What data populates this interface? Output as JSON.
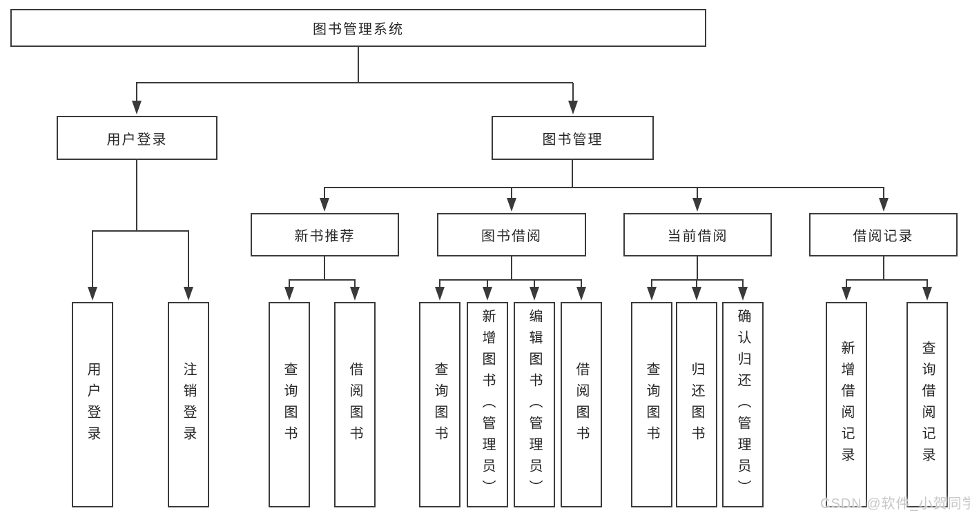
{
  "tree": {
    "label": "图书管理系统",
    "children": [
      {
        "label": "用户登录",
        "children": [
          {
            "label": "用户登录"
          },
          {
            "label": "注销登录"
          }
        ]
      },
      {
        "label": "图书管理",
        "children": [
          {
            "label": "新书推荐",
            "children": [
              {
                "label": "查询图书"
              },
              {
                "label": "借阅图书"
              }
            ]
          },
          {
            "label": "图书借阅",
            "children": [
              {
                "label": "查询图书"
              },
              {
                "label": "新增图书（管理员）"
              },
              {
                "label": "编辑图书（管理员）"
              },
              {
                "label": "借阅图书"
              }
            ]
          },
          {
            "label": "当前借阅",
            "children": [
              {
                "label": "查询图书"
              },
              {
                "label": "归还图书"
              },
              {
                "label": "确认归还（管理员）"
              }
            ]
          },
          {
            "label": "借阅记录",
            "children": [
              {
                "label": "新增借阅记录"
              },
              {
                "label": "查询借阅记录"
              }
            ]
          }
        ]
      }
    ]
  },
  "watermark": "CSDN @软件_小贺同学",
  "colors": {
    "line": "#3a3a3a",
    "text": "#262626",
    "background": "#ffffff",
    "watermark": "#c7c7c7"
  }
}
